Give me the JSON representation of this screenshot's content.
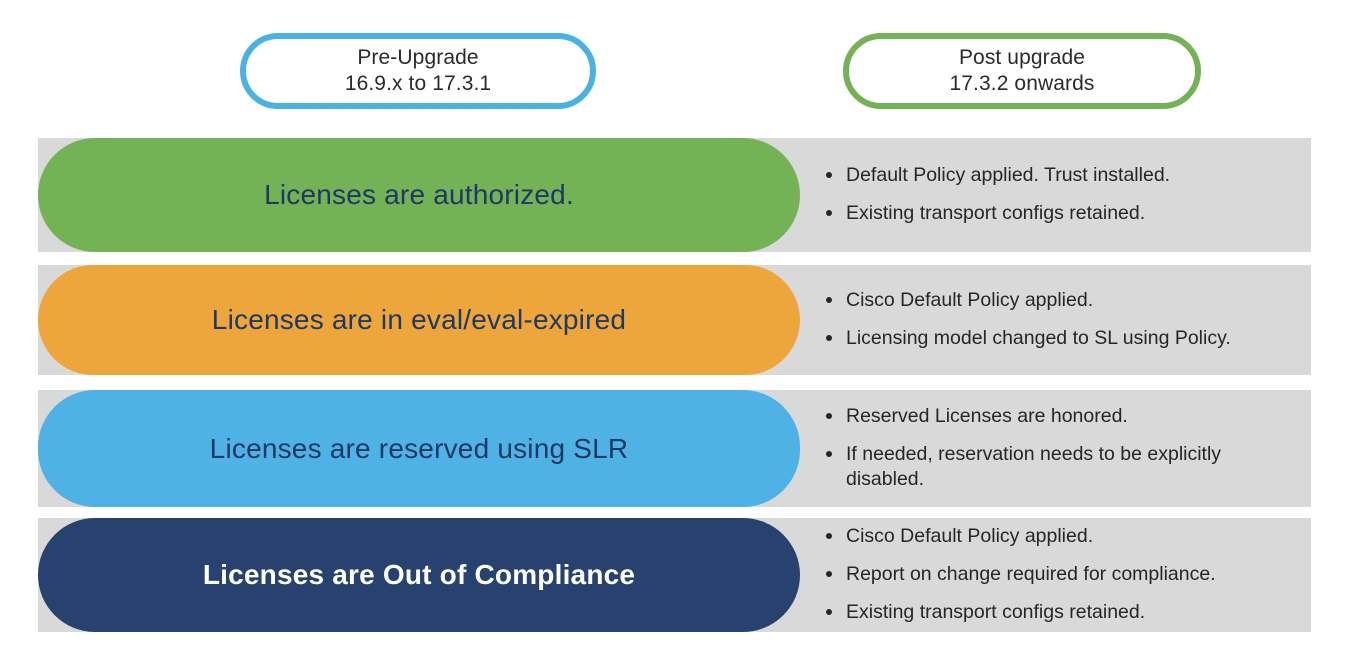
{
  "headers": [
    {
      "line1": "Pre-Upgrade",
      "line2": "16.9.x to 17.3.1",
      "border_color": "#49b2e3"
    },
    {
      "line1": "Post upgrade",
      "line2": "17.3.2 onwards",
      "border_color": "#74b256"
    }
  ],
  "rows": [
    {
      "label": "Licenses are authorized.",
      "fill": "#74b256",
      "text_color": "#1f3864",
      "notes": [
        "Default Policy applied. Trust installed.",
        "Existing transport configs retained."
      ]
    },
    {
      "label": "Licenses are in eval/eval-expired",
      "fill": "#eda63c",
      "text_color": "#1f3864",
      "notes": [
        "Cisco Default Policy applied.",
        "Licensing model changed to SL using Policy."
      ]
    },
    {
      "label": "Licenses are reserved using SLR",
      "fill": "#4eb3e4",
      "text_color": "#1f3864",
      "notes": [
        "Reserved Licenses are honored.",
        "If needed, reservation needs to be explicitly disabled."
      ]
    },
    {
      "label": "Licenses are Out of Compliance",
      "fill": "#27426e",
      "text_color": "#ffffff",
      "notes": [
        "Cisco Default Policy applied.",
        "Report on change required for compliance.",
        "Existing transport configs retained."
      ]
    }
  ],
  "palette": {
    "band_background": "#d9d9d9",
    "page_background": "#ffffff",
    "note_text": "#262626",
    "header_text": "#2b2b2b"
  }
}
